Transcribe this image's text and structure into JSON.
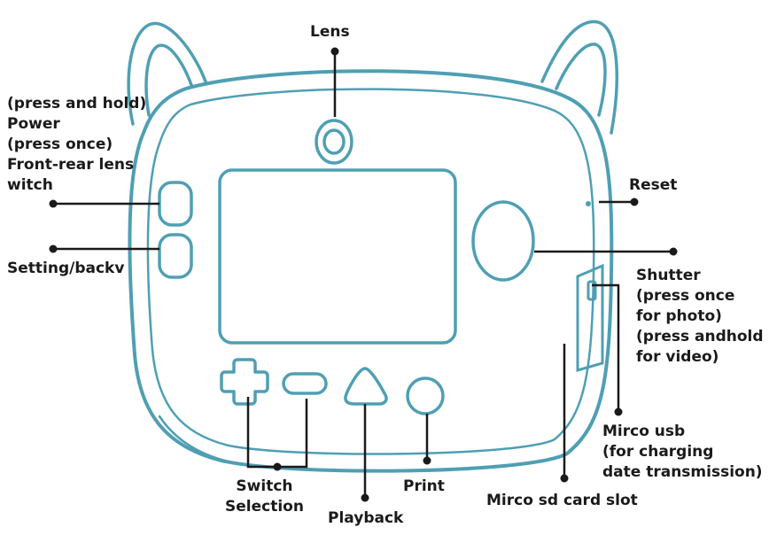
{
  "colors": {
    "device_outline": "#4f9fb3",
    "leader_line": "#1a1a1a",
    "background": "#ffffff"
  },
  "labels": {
    "lens": {
      "lines": [
        "Lens"
      ]
    },
    "power": {
      "lines": [
        "(press and hold)",
        "Power",
        "(press once)",
        "Front-rear lens",
        "witch"
      ]
    },
    "setting": {
      "lines": [
        "Setting/backv"
      ]
    },
    "reset": {
      "lines": [
        "Reset"
      ]
    },
    "shutter": {
      "lines": [
        "Shutter",
        "(press once",
        "for photo)",
        "(press andhold",
        "for video)"
      ]
    },
    "usb": {
      "lines": [
        "Mirco usb",
        "(for charging",
        "date transmission)"
      ]
    },
    "sd": {
      "lines": [
        "Mirco sd card slot"
      ]
    },
    "print": {
      "lines": [
        "Print"
      ]
    },
    "playback": {
      "lines": [
        "Playback"
      ]
    },
    "switch": {
      "lines": [
        "Switch",
        "Selection"
      ]
    }
  }
}
